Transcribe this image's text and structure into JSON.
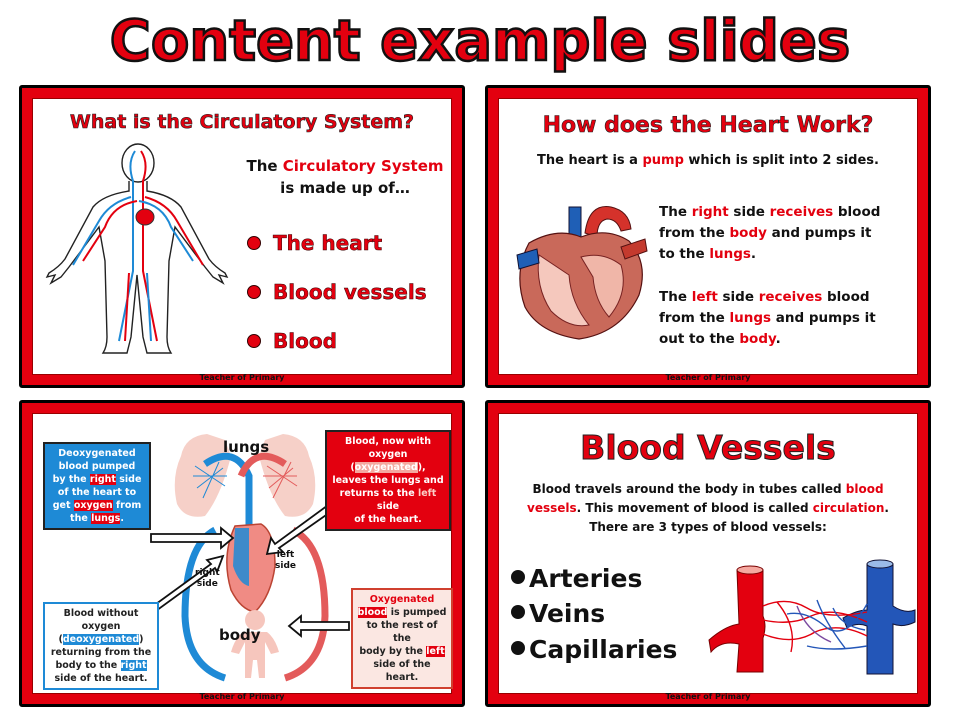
{
  "main_title": "Content example slides",
  "footer": "Teacher of Primary",
  "slide1": {
    "title": "What is the Circulatory System?",
    "intro_a": "The ",
    "intro_b": "Circulatory System",
    "intro_c": "is made up of…",
    "bullets": [
      "The heart",
      "Blood vessels",
      "Blood"
    ]
  },
  "slide2": {
    "title": "How does the Heart Work?",
    "line_a": "The heart is a ",
    "line_b": "pump",
    "line_c": " which is split into 2 sides.",
    "right": {
      "p1": "The ",
      "p2": "right",
      "p3": " side ",
      "p4": "receives",
      "p5": " blood",
      "p6": "from the ",
      "p7": "body",
      "p8": " and pumps it",
      "p9": "to the ",
      "p10": "lungs",
      "p11": "."
    },
    "left": {
      "p1": "The ",
      "p2": "left",
      "p3": " side ",
      "p4": "receives",
      "p5": " blood",
      "p6": "from the ",
      "p7": "lungs",
      "p8": " and pumps it",
      "p9": "out to the ",
      "p10": "body",
      "p11": "."
    }
  },
  "slide3": {
    "label_lungs": "lungs",
    "label_body": "body",
    "label_left_side_1": "left",
    "label_left_side_2": "side",
    "label_right_side_1": "right",
    "label_right_side_2": "side",
    "box_tl": {
      "a": "Deoxygenated",
      "b": "blood pumped",
      "c": "by the ",
      "d": "right",
      "e": " side",
      "f": "of the heart to",
      "g": "get ",
      "h": "oxygen",
      "i": " from",
      "j": "the ",
      "k": "lungs",
      "l": "."
    },
    "box_tr": {
      "a": "Blood, now with",
      "b": "oxygen (",
      "c": "oxygenated",
      "d": "),",
      "e": "leaves the lungs and",
      "f": "returns to the ",
      "g": "left",
      "h": " side",
      "i": "of the heart."
    },
    "box_bl": {
      "a": "Blood without",
      "b": "oxygen",
      "c": "(",
      "d": "deoxygenated",
      "e": ")",
      "f": "returning from the",
      "g": "body to the ",
      "h": "right",
      "i": "side of the heart."
    },
    "box_br": {
      "a": "Oxygenated",
      "b": "blood",
      "c": " is pumped",
      "d": "to the rest of the",
      "e": "body by the ",
      "f": "left",
      "g": "side of the heart."
    }
  },
  "slide4": {
    "title": "Blood Vessels",
    "p_a": "Blood travels around the body in tubes called ",
    "p_b": "blood",
    "p_c": "vessels",
    "p_d": ". This movement of blood is called ",
    "p_e": "circulation",
    "p_f": ".",
    "p_g": "There are 3 types of blood vessels:",
    "bullets": [
      "Arteries",
      "Veins",
      "Capillaries"
    ]
  },
  "colors": {
    "red": "#e3000f",
    "blue": "#1e8ad6"
  }
}
